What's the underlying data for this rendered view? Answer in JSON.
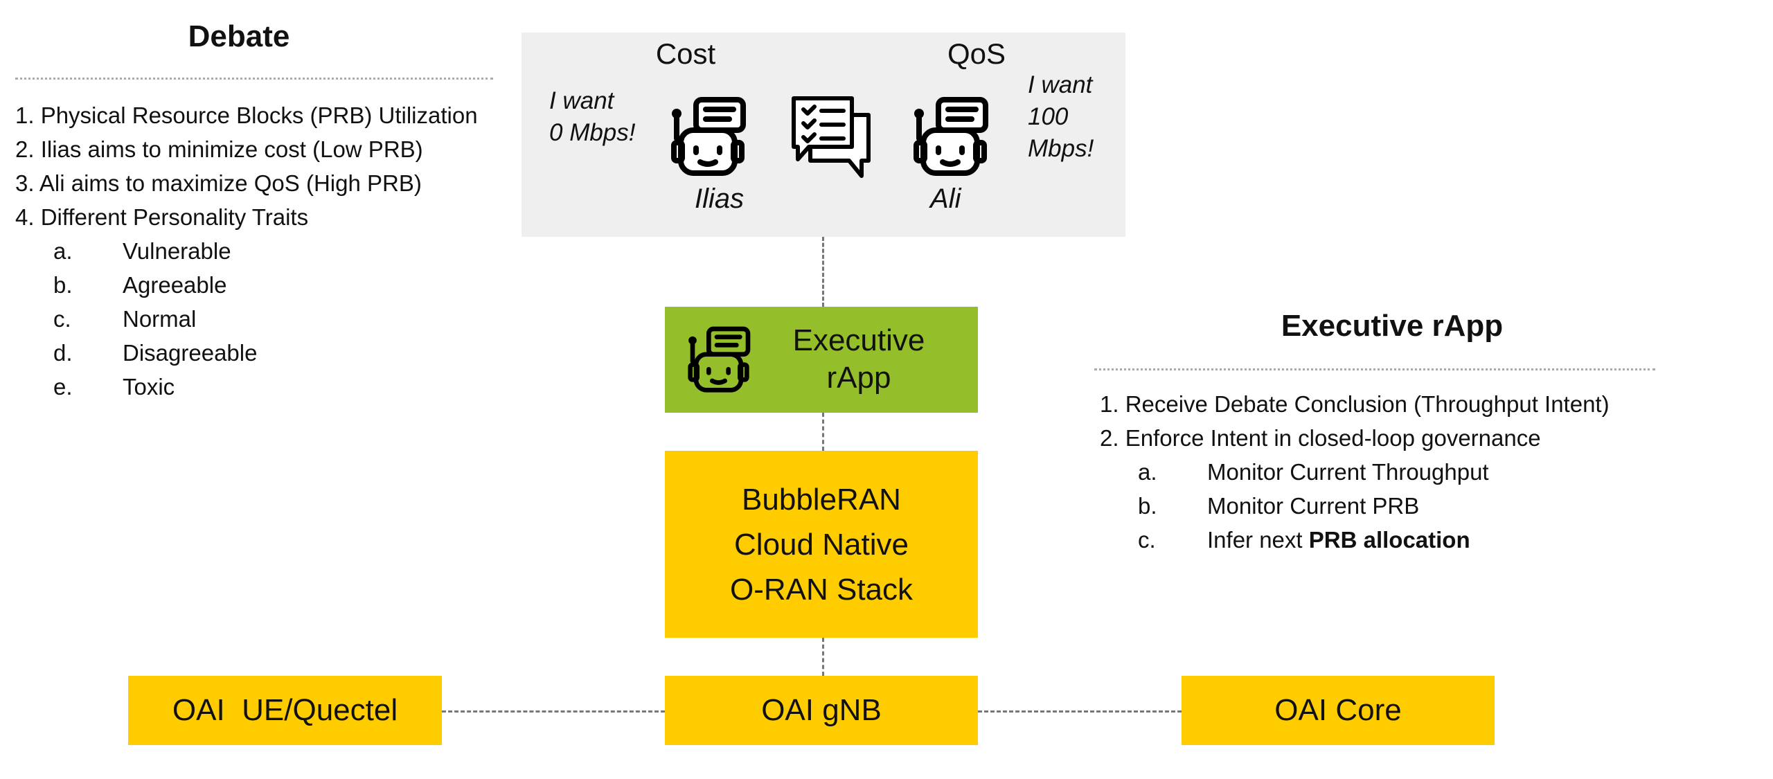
{
  "debate": {
    "title": "Debate",
    "items": [
      "1. Physical Resource Blocks (PRB) Utilization",
      "2. Ilias aims to minimize cost (Low PRB)",
      "3.  Ali aims to maximize QoS (High PRB)",
      "4. Different Personality Traits"
    ],
    "traits": [
      {
        "letter": "a.",
        "label": "Vulnerable"
      },
      {
        "letter": "b.",
        "label": "Agreeable"
      },
      {
        "letter": "c.",
        "label": "Normal"
      },
      {
        "letter": "d.",
        "label": "Disagreeable"
      },
      {
        "letter": "e.",
        "label": "Toxic"
      }
    ]
  },
  "top_box": {
    "cost_label": "Cost",
    "qos_label": "QoS",
    "ilias_speech_line1": "I want",
    "ilias_speech_line2": "0 Mbps!",
    "ali_speech_line1": "I want",
    "ali_speech_line2": "100",
    "ali_speech_line3": "Mbps!",
    "ilias_name": "Ilias",
    "ali_name": "Ali",
    "icons": [
      "robot-icon",
      "chat-checklist-icon",
      "robot-icon"
    ]
  },
  "blocks": {
    "executive_line1": "Executive",
    "executive_line2": "rApp",
    "stack_line1": "BubbleRAN",
    "stack_line2": "Cloud Native",
    "stack_line3": "O-RAN Stack",
    "ue": "OAI  UE/Quectel",
    "gnb": "OAI gNB",
    "core": "OAI Core"
  },
  "exec_panel": {
    "title": "Executive rApp",
    "items": [
      "1. Receive Debate Conclusion (Throughput Intent)",
      "2. Enforce Intent in closed-loop governance"
    ],
    "subitems": [
      {
        "letter": "a.",
        "label": "Monitor Current Throughput"
      },
      {
        "letter": "b.",
        "label": "Monitor Current PRB"
      },
      {
        "letter": "c.",
        "label_prefix": "Infer next ",
        "label_bold": "PRB allocation"
      }
    ]
  },
  "colors": {
    "green": "#94bf2a",
    "yellow": "#ffcc00",
    "grey_box": "#efefef"
  }
}
